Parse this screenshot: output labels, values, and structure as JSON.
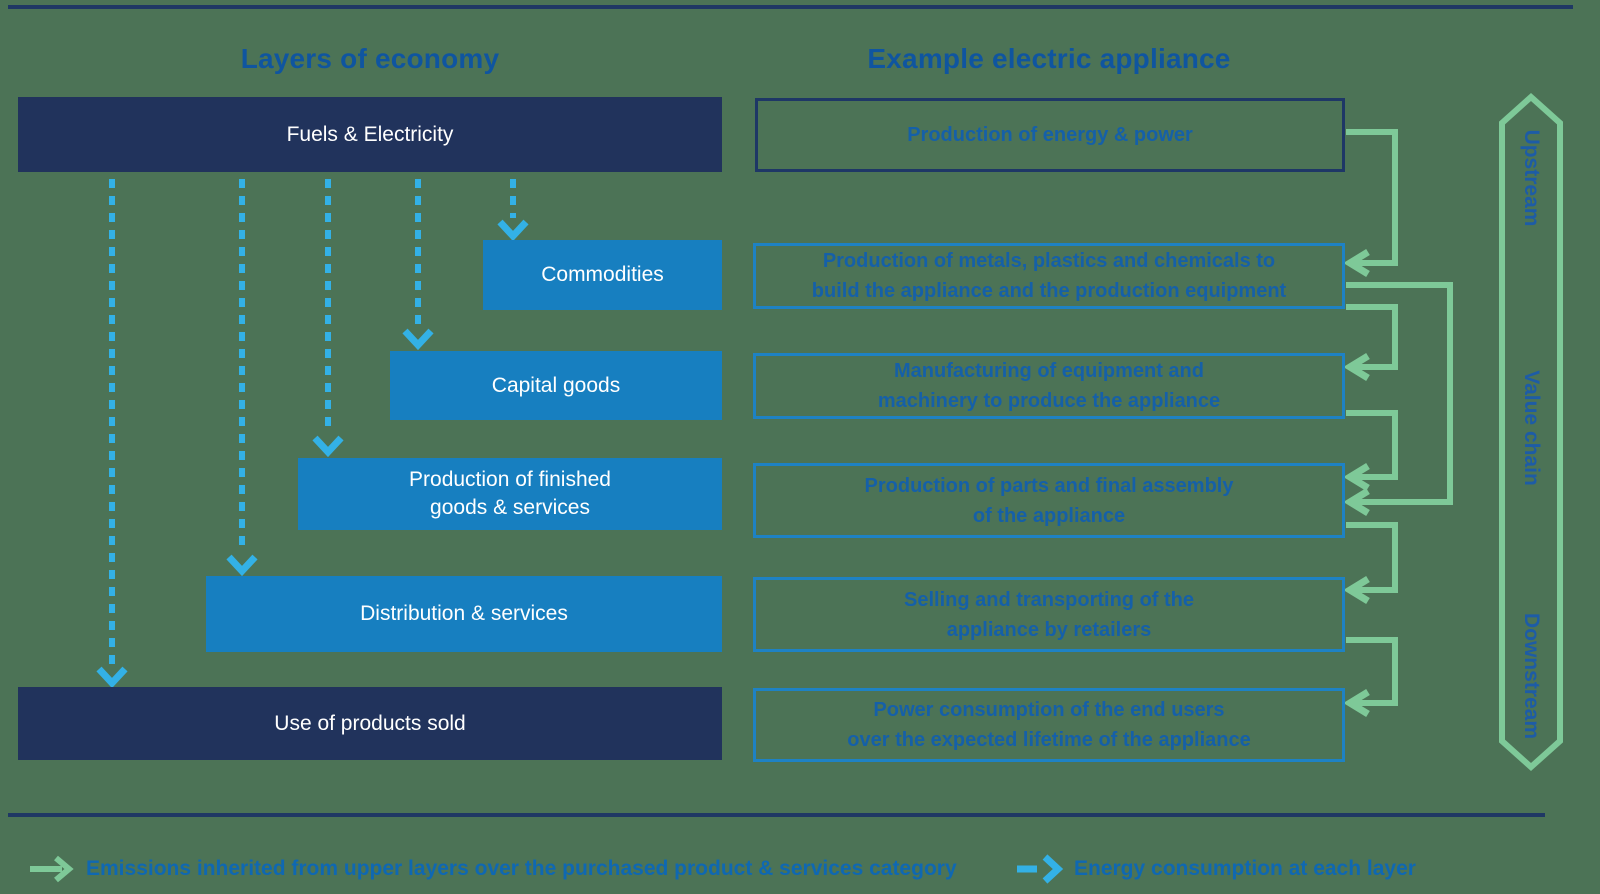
{
  "economy_column": {
    "title": "Layers of economy",
    "layers": [
      {
        "label": "Fuels & Electricity"
      },
      {
        "label": "Commodities"
      },
      {
        "label": "Capital goods"
      },
      {
        "label": "Production of finished\ngoods & services"
      },
      {
        "label": "Distribution & services"
      },
      {
        "label": "Use of products sold"
      }
    ]
  },
  "appliance_column": {
    "title": "Example electric appliance",
    "steps": [
      {
        "label": "Production of energy & power"
      },
      {
        "label": "Production of metals, plastics and chemicals to\nbuild the appliance and the production equipment"
      },
      {
        "label": "Manufacturing of equipment and\nmachinery to produce the appliance"
      },
      {
        "label": "Production of parts and final assembly\nof the appliance"
      },
      {
        "label": "Selling and transporting of the\nappliance by retailers"
      },
      {
        "label": "Power consumption of the end users\nover the expected lifetime of the appliance"
      }
    ]
  },
  "value_chain_arrow": {
    "upstream": "Upstream",
    "value_chain": "Value chain",
    "downstream": "Downstream"
  },
  "legend": {
    "emissions_label": "Emissions inherited from upper layers over the purchased product & services category",
    "energy_label": "Energy consumption at each layer"
  },
  "colors": {
    "background_green": "#4C7356",
    "navy": "#21335C",
    "navy_line": "#1F3864",
    "medium_blue": "#177FC0",
    "box_border_blue": "#1E82C4",
    "cyan_arrow": "#33B1E6",
    "green_arrow": "#7EC998",
    "title_blue": "#0F55A0",
    "text_blue": "#1560A8",
    "legend_blue": "#0F68B2"
  }
}
